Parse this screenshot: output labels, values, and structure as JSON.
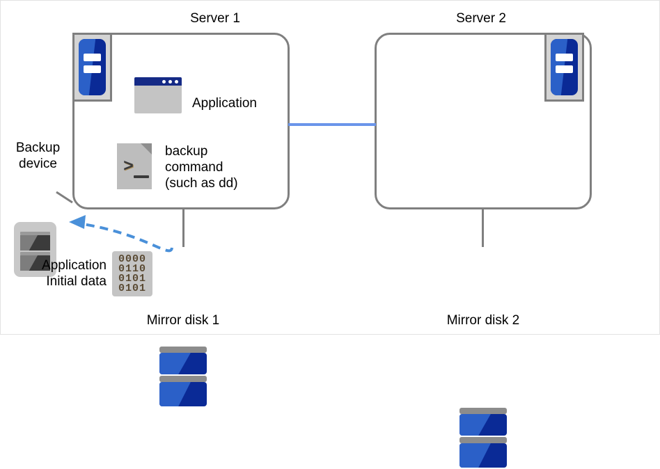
{
  "diagram": {
    "title_server1": "Server 1",
    "title_server2": "Server 2",
    "backup_device_label": "Backup\ndevice",
    "application_label": "Application",
    "backup_command_label": "backup\ncommand\n(such as dd)",
    "app_initial_data_label": "Application\nInitial data",
    "mirror_disk1_label": "Mirror disk 1",
    "mirror_disk2_label": "Mirror disk 2",
    "binary_rows": [
      "0000",
      "0110",
      "0101",
      "0101"
    ],
    "icons": {
      "server1_badge": "server-rack-icon",
      "server2_badge": "server-rack-icon",
      "application": "application-window-icon",
      "backup_command": "script-terminal-icon",
      "backup_device": "tape-backup-device-icon",
      "mirror_disk1": "disk-stack-icon",
      "mirror_disk2": "disk-stack-icon",
      "copy_arrow": "dashed-arrow-left-icon"
    },
    "colors": {
      "server_outline": "#7f7f7f",
      "interconnect": "#6a95ea",
      "disk_blue_light": "#2b60c8",
      "disk_blue_dark": "#0a2a96",
      "icon_gray": "#c4c4c4",
      "arrow_blue": "#4a90d9",
      "text": "#000000"
    }
  }
}
